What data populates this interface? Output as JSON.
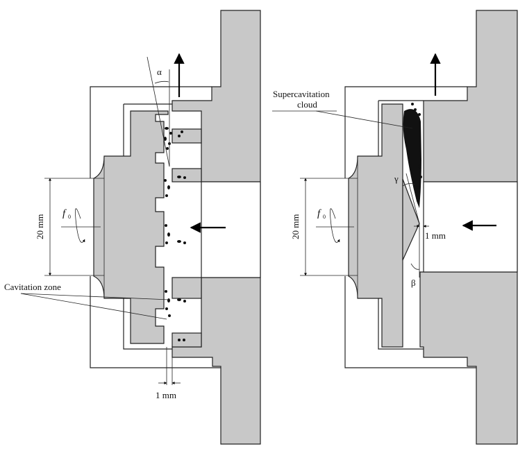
{
  "left": {
    "angle_label": "α",
    "dimension_label": "20 mm",
    "rotation_label": "f",
    "rotation_sub": "0",
    "zone_label": "Cavitation zone",
    "gap_label": "1 mm"
  },
  "right": {
    "cloud_label_line1": "Supercavitation",
    "cloud_label_line2": "cloud",
    "gamma_label": "γ",
    "beta_label": "β",
    "dimension_label": "20 mm",
    "rotation_label": "f",
    "rotation_sub": "0",
    "gap_label": "1 mm"
  }
}
